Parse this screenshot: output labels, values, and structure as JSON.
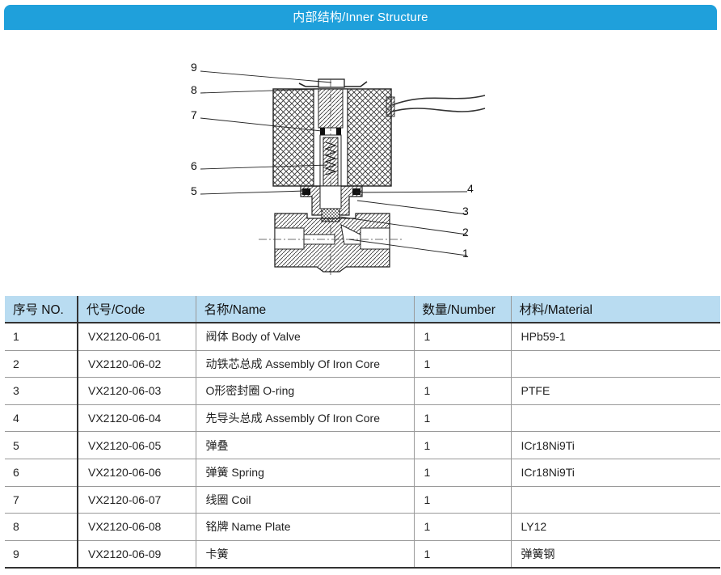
{
  "banner": {
    "title": "内部结构/Inner Structure"
  },
  "diagram": {
    "callouts": [
      "1",
      "2",
      "3",
      "4",
      "5",
      "6",
      "7",
      "8",
      "9"
    ]
  },
  "table": {
    "headers": [
      "序号 NO.",
      "代号/Code",
      "名称/Name",
      "数量/Number",
      "材料/Material"
    ],
    "rows": [
      [
        "1",
        "VX2120-06-01",
        "阀体  Body of Valve",
        "1",
        "HPb59-1"
      ],
      [
        "2",
        "VX2120-06-02",
        "动铁芯总成 Assembly Of Iron Core",
        "1",
        ""
      ],
      [
        "3",
        "VX2120-06-03",
        "O形密封圈 O-ring",
        "1",
        "PTFE"
      ],
      [
        "4",
        "VX2120-06-04",
        "先导头总成 Assembly Of Iron Core",
        "1",
        ""
      ],
      [
        "5",
        "VX2120-06-05",
        "弹叠",
        "1",
        "ICr18Ni9Ti"
      ],
      [
        "6",
        "VX2120-06-06",
        "弹簧 Spring",
        "1",
        "ICr18Ni9Ti"
      ],
      [
        "7",
        "VX2120-06-07",
        "线圈 Coil",
        "1",
        ""
      ],
      [
        "8",
        "VX2120-06-08",
        "铭牌 Name Plate",
        "1",
        "LY12"
      ],
      [
        "9",
        "VX2120-06-09",
        "卡簧",
        "1",
        "弹簧钢"
      ]
    ]
  }
}
